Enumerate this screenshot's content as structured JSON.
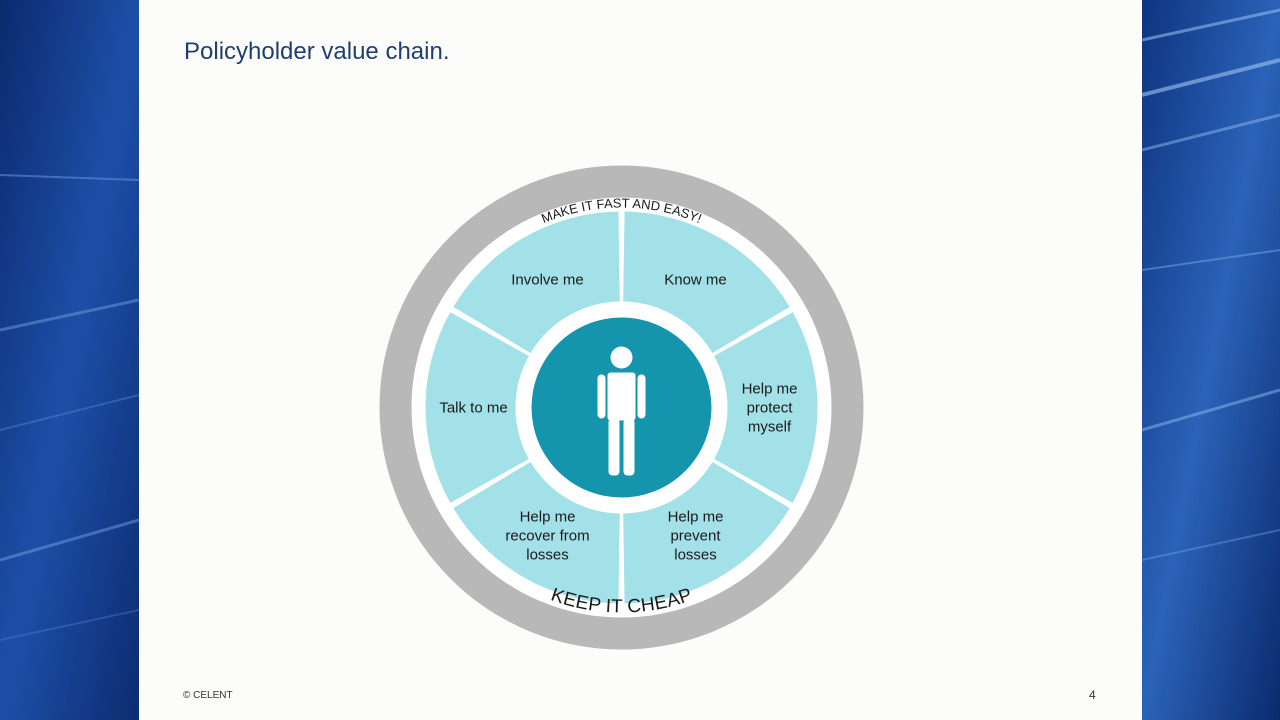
{
  "slide": {
    "title": "Policyholder value chain.",
    "footer": "© CELENT",
    "page_number": "4"
  },
  "diagram": {
    "outer_ring_top": "MAKE IT FAST AND EASY!",
    "outer_ring_bottom": "KEEP IT CHEAP",
    "center_icon": "person-icon",
    "segments": [
      {
        "lines": [
          "Know me"
        ]
      },
      {
        "lines": [
          "Help me",
          "protect",
          "myself"
        ]
      },
      {
        "lines": [
          "Help me",
          "prevent",
          "losses"
        ]
      },
      {
        "lines": [
          "Help me",
          "recover from",
          "losses"
        ]
      },
      {
        "lines": [
          "Talk to me"
        ]
      },
      {
        "lines": [
          "Involve me"
        ]
      }
    ]
  },
  "colors": {
    "ring": "#b8b8b8",
    "segment": "#a3e1e9",
    "hub": "#1495ad",
    "title": "#1f3f72",
    "background": "#0f2f78"
  }
}
